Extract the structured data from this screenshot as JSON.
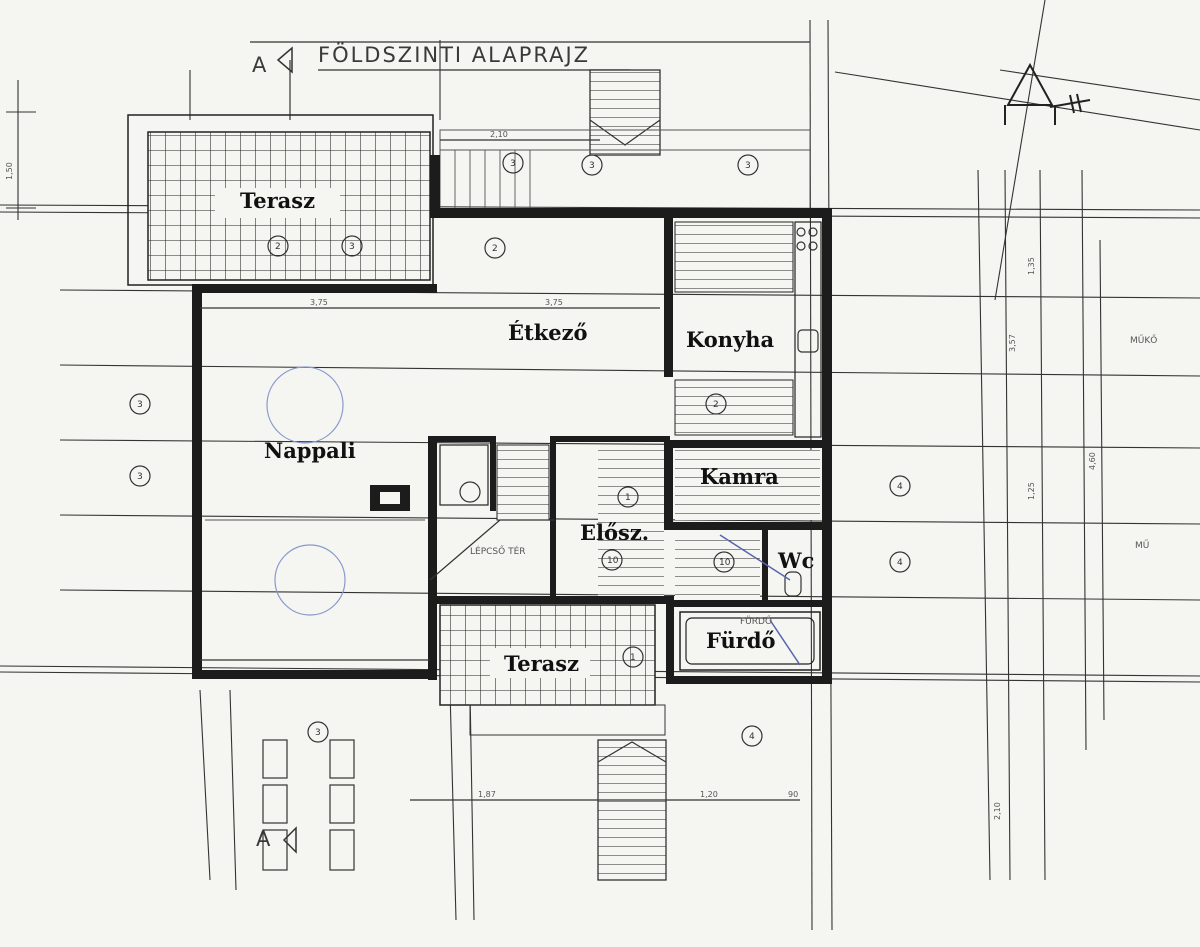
{
  "title": "FÖLDSZINTI ALAPRAJZ",
  "section_marker": "A",
  "rooms": [
    {
      "id": "terasz-top",
      "label": "Terasz"
    },
    {
      "id": "etkezo",
      "label": "Étkező"
    },
    {
      "id": "konyha",
      "label": "Konyha"
    },
    {
      "id": "nappali",
      "label": "Nappali"
    },
    {
      "id": "kamra",
      "label": "Kamra"
    },
    {
      "id": "elosz",
      "label": "Elősz."
    },
    {
      "id": "wc",
      "label": "Wc"
    },
    {
      "id": "furdo",
      "label": "Fürdő"
    },
    {
      "id": "terasz-bottom",
      "label": "Terasz"
    }
  ],
  "notes": {
    "stair": "LÉPCSŐ TÉR",
    "furdo_small": "FÜRDŐ",
    "room_note_1": "MŰKŐ",
    "room_note_2": "MŰ"
  },
  "dimensions": {
    "d1": "2,10",
    "d2": "1,20",
    "d3": "3,57",
    "d4": "1,35",
    "d5": "1,25",
    "d6": "4,60",
    "d7": "2,10",
    "d8": "1,87",
    "d9": "90",
    "d10": "1,50",
    "d11": "3,75"
  },
  "bubbles": [
    "3",
    "3",
    "3",
    "2",
    "3",
    "2",
    "3",
    "3",
    "4",
    "4",
    "4",
    "3",
    "1",
    "1",
    "2",
    "10",
    "10"
  ],
  "colors": {
    "ink": "#1c1c1c",
    "paper": "#f5f5f2",
    "pencil": "#5566aa"
  }
}
